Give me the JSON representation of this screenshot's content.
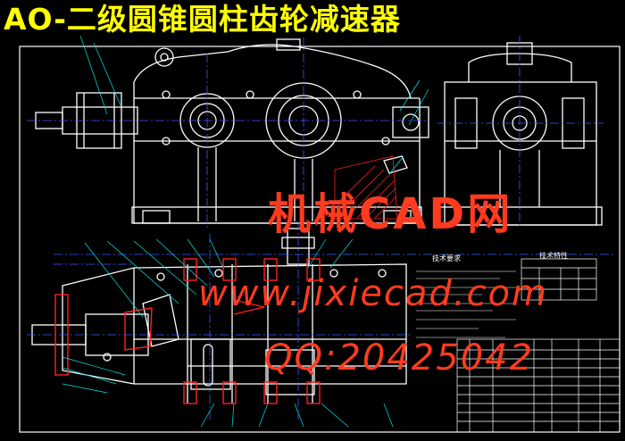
{
  "drawing": {
    "title": "AO-二级圆锥圆柱齿轮减速器",
    "notes": {
      "tech_requirements_title": "技术要求",
      "tech_spec_title": "技术特性"
    }
  },
  "watermark": {
    "site_name": "机械CAD网",
    "url": "www.jixiecad.com",
    "qq": "QQ:20425042"
  },
  "colors": {
    "background": "#000000",
    "title": "#ffff00",
    "watermark": "#ff3b1f",
    "outline": "#ffffff",
    "centerline": "#3a5cff",
    "dimension": "#00e5e5",
    "section": "#ff2020"
  }
}
